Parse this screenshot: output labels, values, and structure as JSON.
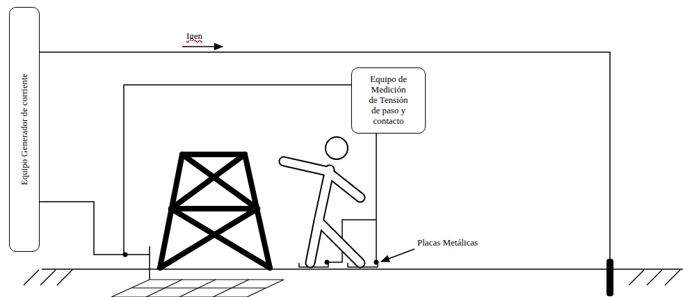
{
  "diagram": {
    "nodes": [
      {
        "text": [
          "Equipo Generador de corriente"
        ]
      },
      {
        "text": [
          "Equipo de Medición de Tensión de paso y contacto"
        ]
      }
    ],
    "labels": [
      "Igen",
      "Placas Metálicas"
    ]
  }
}
